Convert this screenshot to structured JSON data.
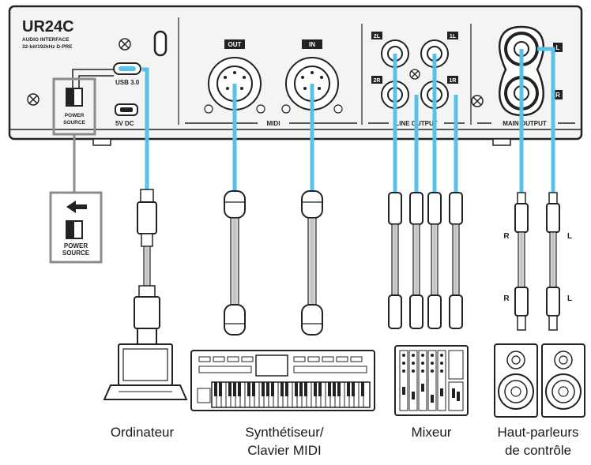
{
  "panel": {
    "brand": "UR24C",
    "subtitle_line1": "AUDIO INTERFACE",
    "subtitle_line2": "32-bit/192kHz D-PRE",
    "usb_label": "USB 3.0",
    "dc_label": "5V DC",
    "power_line1": "POWER",
    "power_line2": "SOURCE",
    "midi_out": "OUT",
    "midi_in": "IN",
    "midi_section": "MIDI",
    "line_output_section": "LINE OUTPUT",
    "main_output_section": "MAIN OUTPUT",
    "jack_2l": "2L",
    "jack_1l": "1L",
    "jack_2r": "2R",
    "jack_1r": "1R",
    "main_l": "L",
    "main_r": "R"
  },
  "callout": {
    "power_line1": "POWER",
    "power_line2": "SOURCE"
  },
  "cable_labels": {
    "r_top": "R",
    "l_top": "L",
    "r_bottom": "R",
    "l_bottom": "L"
  },
  "devices": {
    "computer": "Ordinateur",
    "synth_line1": "Synthétiseur/",
    "synth_line2": "Clavier MIDI",
    "mixer": "Mixeur",
    "speakers_line1": "Haut-parleurs",
    "speakers_line2": "de contrôle"
  },
  "colors": {
    "cable_highlight": "#5bc0e8",
    "line": "#222222",
    "panel_fill": "#f4f4f4",
    "label_fill": "#222222"
  }
}
